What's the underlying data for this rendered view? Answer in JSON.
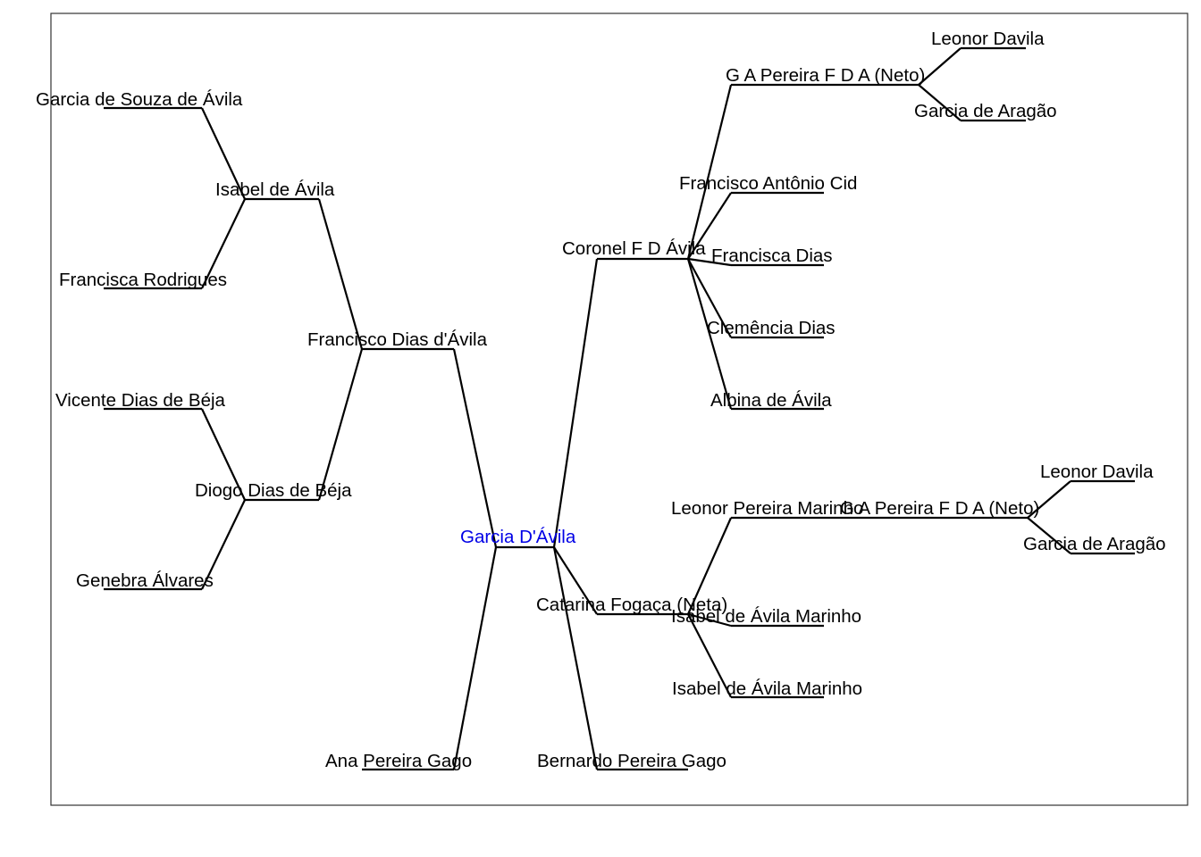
{
  "diagram": {
    "type": "genealogy-tree",
    "root": "Garcia D'Ávila",
    "people": [
      {
        "id": "root",
        "name": "Garcia D'Ávila",
        "focus": true
      },
      {
        "id": "father",
        "name": "Francisco Dias d'Ávila"
      },
      {
        "id": "mother",
        "name": "Ana Pereira Gago"
      },
      {
        "id": "ff",
        "name": "Isabel de Ávila"
      },
      {
        "id": "fm",
        "name": "Diogo Dias de Béja"
      },
      {
        "id": "fff",
        "name": "Garcia de Souza de Ávila"
      },
      {
        "id": "ffm",
        "name": "Francisca Rodrigues"
      },
      {
        "id": "fmf",
        "name": "Vicente  Dias de Béja"
      },
      {
        "id": "fmm",
        "name": "Genebra Álvares"
      },
      {
        "id": "c1",
        "name": "Coronel F D Ávila"
      },
      {
        "id": "c2",
        "name": "Catarina Fogaça (Neta)"
      },
      {
        "id": "c3",
        "name": "Bernardo Pereira Gago"
      },
      {
        "id": "c1a",
        "name": "G A Pereira F D A (Neto)"
      },
      {
        "id": "c1b",
        "name": "Francisco Antônio Cid"
      },
      {
        "id": "c1c",
        "name": "Francisca Dias"
      },
      {
        "id": "c1d",
        "name": "Clemência Dias"
      },
      {
        "id": "c1e",
        "name": "Albina de Ávila"
      },
      {
        "id": "c1a1",
        "name": "Leonor Davila"
      },
      {
        "id": "c1a2",
        "name": "Garcia de Aragão"
      },
      {
        "id": "c2a",
        "name": "Leonor Pereira Marinho"
      },
      {
        "id": "c2b",
        "name": "Isabel de Ávila Marinho"
      },
      {
        "id": "c2c",
        "name": "Isabel de Ávila Marinho"
      },
      {
        "id": "c2a_s",
        "name": "G A Pereira F D A (Neto)"
      },
      {
        "id": "c2a1",
        "name": "Leonor Davila"
      },
      {
        "id": "c2a2",
        "name": "Garcia de Aragão"
      }
    ],
    "relations": {
      "parents": {
        "root": [
          "father",
          "mother"
        ],
        "father": [
          "ff",
          "fm"
        ],
        "ff": [
          "fff",
          "ffm"
        ],
        "fm": [
          "fmf",
          "fmm"
        ]
      },
      "children": {
        "root": [
          "c1",
          "c2",
          "c3"
        ],
        "c1": [
          "c1a",
          "c1b",
          "c1c",
          "c1d",
          "c1e"
        ],
        "c1a": [
          "c1a1",
          "c1a2"
        ],
        "c2": [
          "c2a",
          "c2b",
          "c2c"
        ],
        "c2a_s": [
          "c2a1",
          "c2a2"
        ]
      }
    }
  }
}
